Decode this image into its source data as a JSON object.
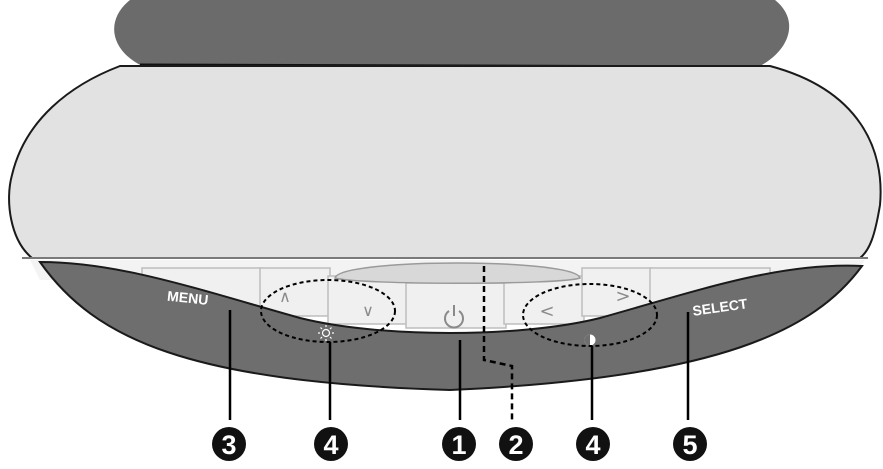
{
  "buttons": {
    "menu_label": "MENU",
    "select_label": "SELECT"
  },
  "icons": {
    "up": "up-arrow-icon",
    "down": "down-arrow-icon",
    "left": "left-arrow-icon",
    "right": "right-arrow-icon",
    "power": "power-icon",
    "brightness": "brightness-icon",
    "contrast": "contrast-icon"
  },
  "callouts": {
    "menu": "3",
    "brightness_keys": "4",
    "power": "1",
    "power_indicator": "2",
    "contrast_keys": "4",
    "select": "5"
  },
  "colors": {
    "bezel": "#e2e2e2",
    "control_panel": "#6e6e6e",
    "top_cover": "#6b6b6b",
    "buttons": "#f1f1f1",
    "callout_circle": "#111111"
  }
}
